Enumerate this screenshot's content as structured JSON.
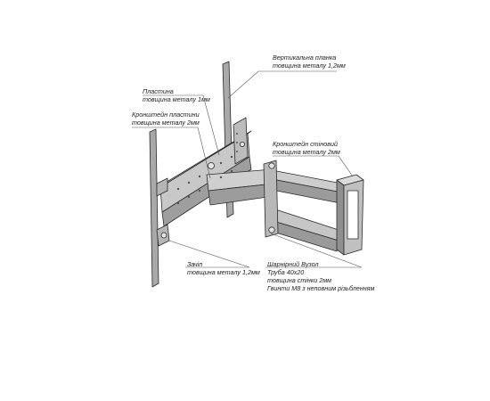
{
  "labels": {
    "vertical_plank": {
      "line1": "Вертикальна планка",
      "line2": "товщина металу 1,2мм"
    },
    "plate": {
      "line1": "Пластина",
      "line2": "товщина металу 1мм"
    },
    "plate_bracket": {
      "line1": "Кронштейн пластини",
      "line2": "товщина металу 2мм"
    },
    "wall_bracket": {
      "line1": "Кронштейн стіновий",
      "line2": "товщина металу 2мм"
    },
    "latch": {
      "line1": "Зачіп",
      "line2": "товщина металу 1,2мм"
    },
    "hinge": {
      "line1": "Шарнірний Вузол",
      "line2": "Труба 40х20",
      "line3": "товщина стінки 2мм",
      "line4": "Гвинти М8 з неповним різьбленням"
    }
  },
  "colors": {
    "metal_light": "#c9c9c9",
    "metal_mid": "#a8a8a8",
    "metal_dark": "#7d7d7d",
    "outline": "#2a2a2a",
    "leader": "#555555"
  }
}
